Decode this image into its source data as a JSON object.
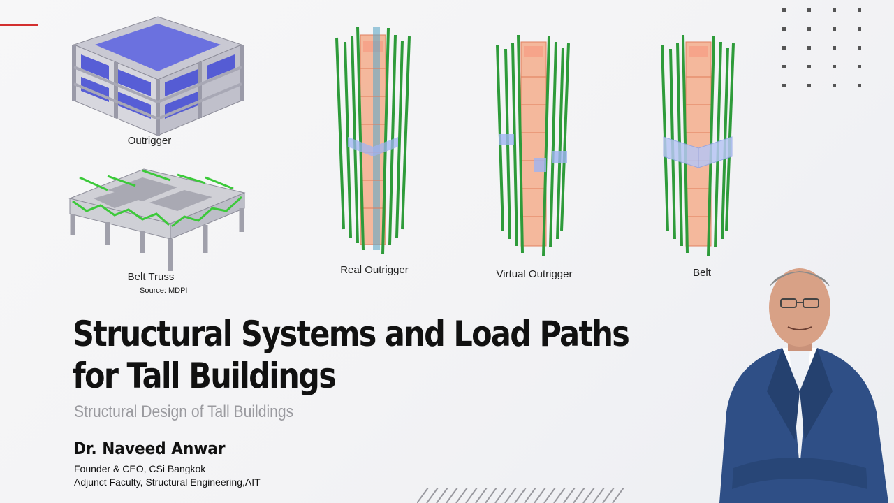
{
  "figures": {
    "outrigger_label": "Outrigger",
    "belt_truss_label": "Belt Truss",
    "source_label": "Source: MDPI",
    "real_outrigger_label": "Real Outrigger",
    "virtual_outrigger_label": "Virtual Outrigger",
    "belt_label": "Belt"
  },
  "title_line1": "Structural Systems and Load Paths",
  "title_line2": "for Tall Buildings",
  "subtitle": "Structural Design of Tall Buildings",
  "author": {
    "name": "Dr. Naveed Anwar",
    "role1": "Founder & CEO, CSi Bangkok",
    "role2": "Adjunct Faculty, Structural Engineering,AIT"
  },
  "colors": {
    "accent": "#d32f2f",
    "column_green": "#2e9b3a",
    "core_pink": "#f2a58a",
    "slab_blue": "#5560e0",
    "suit_blue": "#2f4f86"
  }
}
